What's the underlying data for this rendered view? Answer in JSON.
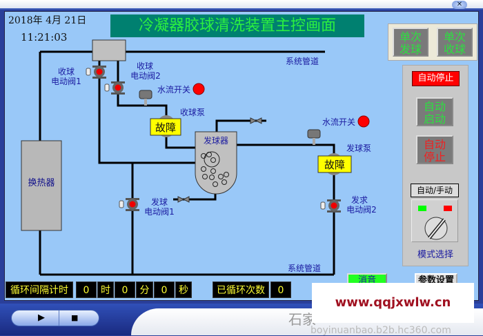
{
  "window": {
    "close_icon": "close-icon"
  },
  "header": {
    "date": "2018年  4月  21日",
    "time": "11:21:03",
    "title": "冷凝器胶球清洗装置主控画面"
  },
  "diagram": {
    "system_pipe_top": "系统管道",
    "system_pipe_bottom": "系统管道",
    "heat_exchanger": "换热器",
    "recv_valve1": [
      "收球",
      "电动阀1"
    ],
    "recv_valve2": [
      "收球",
      "电动阀2"
    ],
    "flow_switch_1": "水流开关",
    "flow_switch_2": "水流开关",
    "recv_pump": "收球泵",
    "send_pump": "发球泵",
    "recv_pump_status": "故障",
    "send_pump_status": "故障",
    "ball_launcher": "发球器",
    "send_valve1": [
      "发球",
      "电动阀1"
    ],
    "send_valve2": [
      "发求",
      "电动阀2"
    ]
  },
  "controls": {
    "single_send": [
      "单次",
      "发球"
    ],
    "single_recv": [
      "单次",
      "收球"
    ],
    "auto_status": "自动停止",
    "auto_start": [
      "自动",
      "启动"
    ],
    "auto_stop": [
      "自动",
      "停止"
    ],
    "mode_label": "自动/手动",
    "mode_select": "模式选择",
    "mute": "消音",
    "param_settings": "参数设置"
  },
  "timer": {
    "label": "循环间隔计时",
    "hours": "0",
    "h_unit": "时",
    "minutes": "0",
    "m_unit": "分",
    "seconds": "0",
    "s_unit": "秒",
    "cycles_label": "已循环次数",
    "cycles": "0"
  },
  "footer": {
    "company": "石家",
    "site": "boyinuanbao.b2b.hc360.com",
    "watermark": "www.qqjxwlw.cn"
  },
  "colors": {
    "bg": "#99c8f8",
    "alarm": "#ff0000",
    "ok": "#00ff00",
    "title_bg": "#008070"
  }
}
